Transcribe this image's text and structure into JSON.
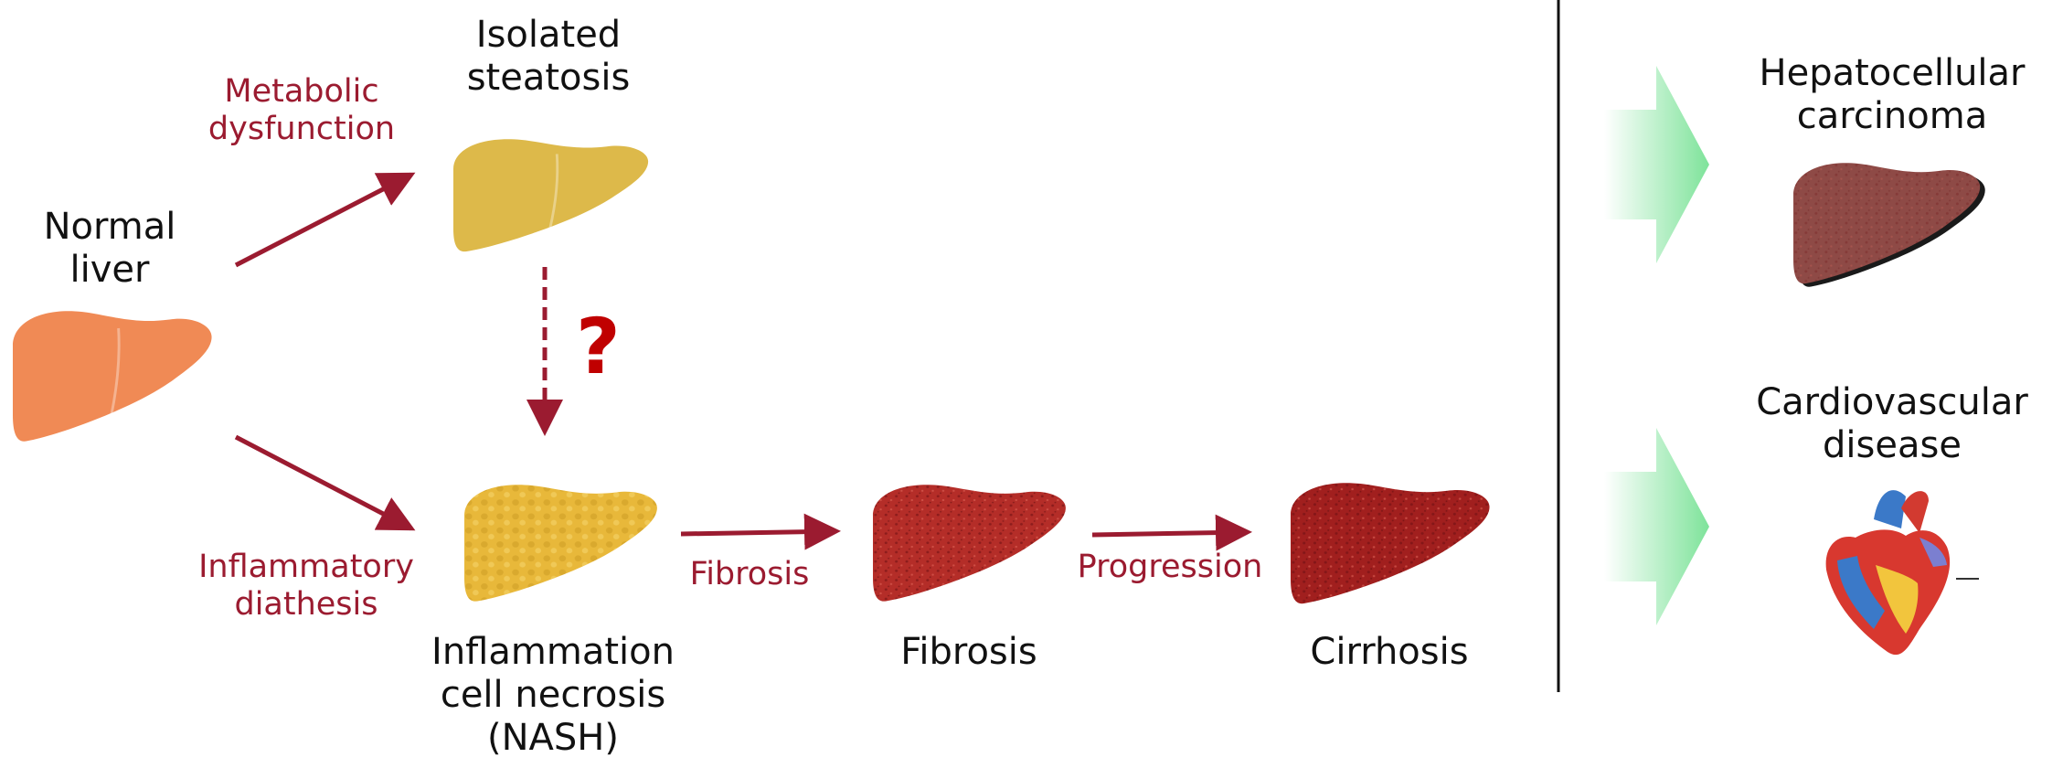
{
  "colors": {
    "pathway": "#9b1b30",
    "question": "#c00000",
    "divider": "#111111",
    "outcome_arrow": "#7ee39a",
    "normal_liver": "#f08a55",
    "steatosis_liver": "#ddb94a",
    "nash_liver": "#e8b83a",
    "fibrosis_liver": "#b42d28",
    "cirrhosis_liver": "#a11f1e",
    "hcc_liver": "#8e4a46"
  },
  "nodes": {
    "normal": {
      "line1": "Normal",
      "line2": "liver"
    },
    "steatosis": {
      "line1": "Isolated",
      "line2": "steatosis"
    },
    "nash": {
      "line1": "Inflammation",
      "line2": "cell necrosis",
      "line3": "(NASH)"
    },
    "fibrosis": {
      "label": "Fibrosis"
    },
    "cirrhosis": {
      "label": "Cirrhosis"
    }
  },
  "edges": {
    "metabolic": {
      "line1": "Metabolic",
      "line2": "dysfunction"
    },
    "inflammatory": {
      "line1": "Inflammatory",
      "line2": "diathesis"
    },
    "fibrosis": {
      "label": "Fibrosis"
    },
    "progression": {
      "label": "Progression"
    },
    "uncertain": {
      "label": "?"
    }
  },
  "outcomes": {
    "hcc": {
      "line1": "Hepatocellular",
      "line2": "carcinoma"
    },
    "cvd": {
      "line1": "Cardiovascular",
      "line2": "disease"
    }
  }
}
